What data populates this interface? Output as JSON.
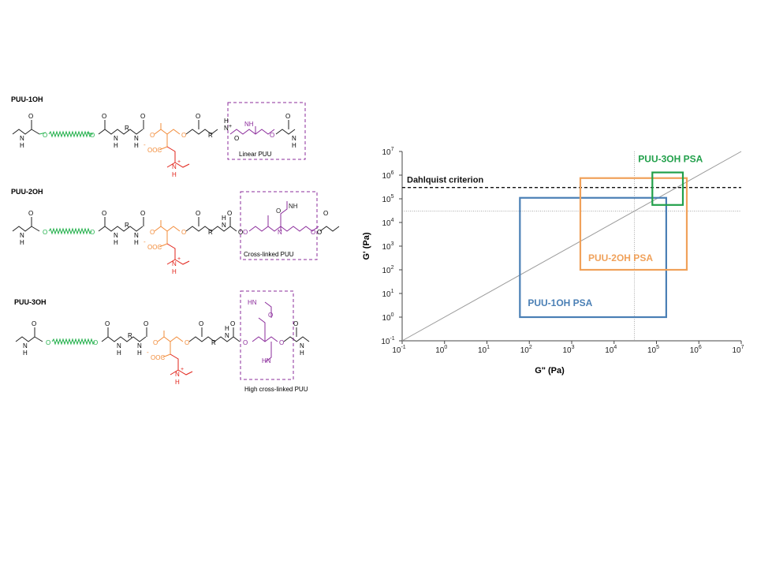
{
  "figure": {
    "structures": [
      {
        "name": "PUU-1OH",
        "box_label": "Linear PUU"
      },
      {
        "name": "PUU-2OH",
        "box_label": "Cross-linked PUU"
      },
      {
        "name": "PUU-3OH",
        "box_label": "High cross-linked PUU"
      }
    ],
    "atoms": {
      "N": "N",
      "H": "H",
      "O": "O",
      "R": "R",
      "NH": "NH",
      "HN": "HN",
      "OOC": "OOC",
      "plus": "+",
      "minus": "-"
    },
    "colors": {
      "soft_segment": "#22b04b",
      "ester": "#f28c3a",
      "ammonium": "#e2231a",
      "box": "#8b2c9b",
      "puu1": "#4a7fb5",
      "puu2": "#f0a15a",
      "puu3": "#22a04b",
      "diagonal": "#999999"
    }
  },
  "chart_data": {
    "type": "scatter",
    "xlabel": "G\" (Pa)",
    "ylabel": "G' (Pa)",
    "xscale": "log",
    "yscale": "log",
    "xlim": [
      0.1,
      10000000
    ],
    "ylim": [
      0.1,
      10000000
    ],
    "x_ticks": [
      {
        "base": "10",
        "exp": "-1",
        "value": 0.1
      },
      {
        "base": "10",
        "exp": "0",
        "value": 1
      },
      {
        "base": "10",
        "exp": "1",
        "value": 10
      },
      {
        "base": "10",
        "exp": "2",
        "value": 100
      },
      {
        "base": "10",
        "exp": "3",
        "value": 1000
      },
      {
        "base": "10",
        "exp": "4",
        "value": 10000
      },
      {
        "base": "10",
        "exp": "5",
        "value": 100000
      },
      {
        "base": "10",
        "exp": "6",
        "value": 1000000
      },
      {
        "base": "10",
        "exp": "7",
        "value": 10000000
      }
    ],
    "y_ticks": [
      {
        "base": "10",
        "exp": "-1",
        "value": 0.1
      },
      {
        "base": "10",
        "exp": "0",
        "value": 1
      },
      {
        "base": "10",
        "exp": "1",
        "value": 10
      },
      {
        "base": "10",
        "exp": "2",
        "value": 100
      },
      {
        "base": "10",
        "exp": "3",
        "value": 1000
      },
      {
        "base": "10",
        "exp": "4",
        "value": 10000
      },
      {
        "base": "10",
        "exp": "5",
        "value": 100000
      },
      {
        "base": "10",
        "exp": "6",
        "value": 1000000
      },
      {
        "base": "10",
        "exp": "7",
        "value": 10000000
      }
    ],
    "reference_lines": [
      {
        "kind": "diagonal",
        "x": [
          0.1,
          10000000
        ],
        "y": [
          0.1,
          10000000
        ]
      },
      {
        "kind": "horizontal",
        "y": 300000,
        "label": "Dahlquist criterion",
        "style": "dashed"
      },
      {
        "kind": "horizontal",
        "y": 30000,
        "style": "dotted"
      },
      {
        "kind": "vertical",
        "x": 30000,
        "style": "dotted"
      }
    ],
    "regions": [
      {
        "label": "PUU-1OH PSA",
        "x": [
          60,
          170000
        ],
        "y": [
          1,
          110000
        ],
        "color": "#4a7fb5"
      },
      {
        "label": "PUU-2OH PSA",
        "x": [
          1600,
          520000
        ],
        "y": [
          100,
          750000
        ],
        "color": "#f0a15a"
      },
      {
        "label": "PUU-3OH PSA",
        "x": [
          80000,
          420000
        ],
        "y": [
          55000,
          1300000
        ],
        "color": "#22a04b"
      }
    ]
  }
}
